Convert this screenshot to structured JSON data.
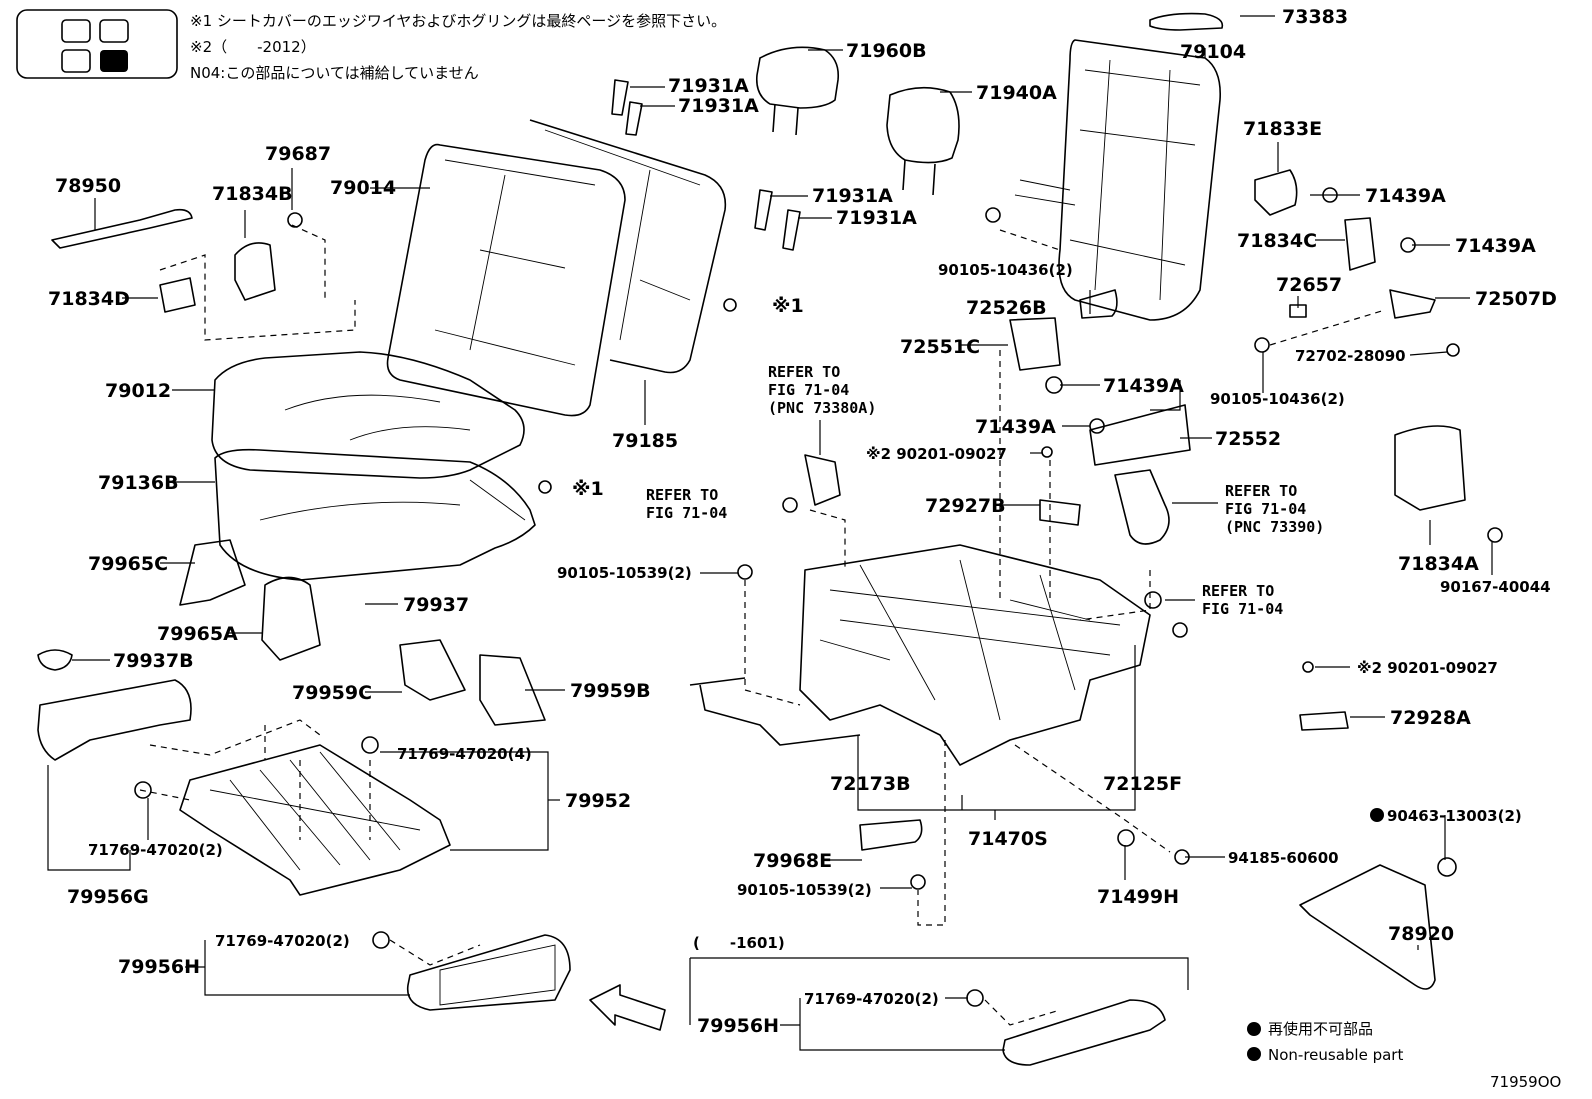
{
  "notes": {
    "line1": "※1 シートカバーのエッジワイヤおよびホグリングは最終ページを参照下さい。",
    "line2": "※2（　　-2012）",
    "line3": "N04:この部品については補給していません"
  },
  "legend": {
    "jp": "再使用不可部品",
    "en": "Non-reusable part"
  },
  "figure_code": "71959OO",
  "labels": {
    "p73383": "73383",
    "p79104": "79104",
    "p71960B": "71960B",
    "p71940A": "71940A",
    "p71931A_1": "71931A",
    "p71931A_2": "71931A",
    "p71931A_3": "71931A",
    "p71931A_4": "71931A",
    "p79687": "79687",
    "p78950": "78950",
    "p71834B": "71834B",
    "p79014": "79014",
    "p71833E": "71833E",
    "p71439A_1": "71439A",
    "p71834C": "71834C",
    "p71439A_2": "71439A",
    "p90105_10436_a": "90105-10436(2)",
    "p71834D": "71834D",
    "star1_a": "※1",
    "p72657": "72657",
    "p72526B": "72526B",
    "p72507D": "72507D",
    "p72551C": "72551C",
    "p72702": "72702-28090",
    "p79012": "79012",
    "refer_a1": "REFER TO",
    "refer_a2": "FIG 71-04",
    "refer_a3": "(PNC 73380A)",
    "p71439A_3": "71439A",
    "p90105_10436_b": "90105-10436(2)",
    "p79185": "79185",
    "p71439A_4": "71439A",
    "p72552": "72552",
    "p90201_09027_a": "※2 90201-09027",
    "p79136B": "79136B",
    "star1_b": "※1",
    "refer_b1": "REFER TO",
    "refer_b2": "FIG 71-04",
    "p72927B": "72927B",
    "refer_c1": "REFER TO",
    "refer_c2": "FIG 71-04",
    "refer_c3": "(PNC 73390)",
    "p79965C": "79965C",
    "p90105_10539_a": "90105-10539(2)",
    "p71834A": "71834A",
    "p90167_40044": "90167-40044",
    "refer_d1": "REFER TO",
    "refer_d2": "FIG 71-04",
    "p79937": "79937",
    "p79965A": "79965A",
    "p79937B": "79937B",
    "p90201_09027_b": "※2 90201-09027",
    "p79959C": "79959C",
    "p79959B": "79959B",
    "p72928A": "72928A",
    "p71769_47020_4": "71769-47020(4)",
    "p79952": "79952",
    "p72173B": "72173B",
    "p72125F": "72125F",
    "p90463_13003": "90463-13003(2)",
    "p71769_47020_2a": "71769-47020(2)",
    "p71470S": "71470S",
    "p94185_60600": "94185-60600",
    "p79956G": "79956G",
    "p79968E": "79968E",
    "p90105_10539_b": "90105-10539(2)",
    "p71499H": "71499H",
    "p78920": "78920",
    "p79956H_a": "79956H",
    "p71769_47020_2b": "71769-47020(2)",
    "range_1601": "(　　-1601)",
    "p79956H_b": "79956H",
    "p71769_47020_2c": "71769-47020(2)"
  }
}
